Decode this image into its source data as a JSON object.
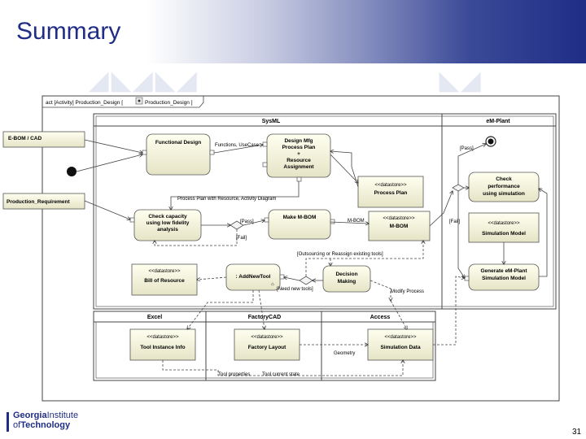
{
  "slide": {
    "title": "Summary",
    "page_number": "31",
    "logo": {
      "line1a": "Georgia",
      "line1b": "Institute",
      "line2a": "of",
      "line2b": "Technology"
    }
  },
  "diagram": {
    "frame_title": "act [Activity] Production_Design [",
    "frame_title_icon": "activity-diagram-icon",
    "frame_title_tail": "Production_Design ]",
    "partitions": {
      "sysml": "SysML",
      "eMPlant": "eM-Plant",
      "excel": "Excel",
      "factorycad": "FactoryCAD",
      "access": "Access"
    },
    "inputs": {
      "ebom": "E-BOM / CAD",
      "production_requirement": "Production_Requirement"
    },
    "actions": {
      "functional_design": "Functional Design",
      "design_mfg": [
        "Design Mfg",
        "Process Plan",
        "+",
        "Resource",
        "Assignment"
      ],
      "check_capacity": [
        "Check capacity",
        "using low fidelity",
        "analysis"
      ],
      "make_mbom": "Make M-BOM",
      "add_new_tool": ": AddNewTool",
      "decision_making": [
        "Decision",
        "Making"
      ],
      "check_performance": [
        "Check",
        "performance",
        "using simulation"
      ],
      "generate_emplant": [
        "Generate eM-Plant",
        "Simulation Model"
      ]
    },
    "objects": {
      "process_plan": {
        "stereotype": "<<datastore>>",
        "name": "Process Plan"
      },
      "mbom": {
        "stereotype": "<<datastore>>",
        "name": "M-BOM"
      },
      "simulation_model": {
        "stereotype": "<<datastore>>",
        "name": "Simulation Model"
      },
      "bill_of_resource": {
        "stereotype": "<<datastore>>",
        "name": "Bill of Resource"
      },
      "tool_instance_info": {
        "stereotype": "<<datastore>>",
        "name": "Tool Instance Info"
      },
      "factory_layout": {
        "stereotype": "<<datastore>>",
        "name": "Factory Layout"
      },
      "simulation_data": {
        "stereotype": "<<datastore>>",
        "name": "Simulation Data"
      }
    },
    "edge_labels": {
      "functions_usecase": "Functions, UseCase",
      "process_plan_with_resource": "Process Plan with Resource, Activity Diagram",
      "pass1": "[Pass]",
      "fail1": "[Fail]",
      "mbom": "M-BOM",
      "pass2": "[Pass]",
      "fail2": "[Fail]",
      "outsourcing": "[Outsourcing or Reassign existing tools]",
      "need_new_tools": "[Need new tools]",
      "modify_process": "Modify Process",
      "geometry": "Geometry",
      "tool_properties": "Tool properties",
      "tool_current_state": "Tool current state"
    }
  }
}
